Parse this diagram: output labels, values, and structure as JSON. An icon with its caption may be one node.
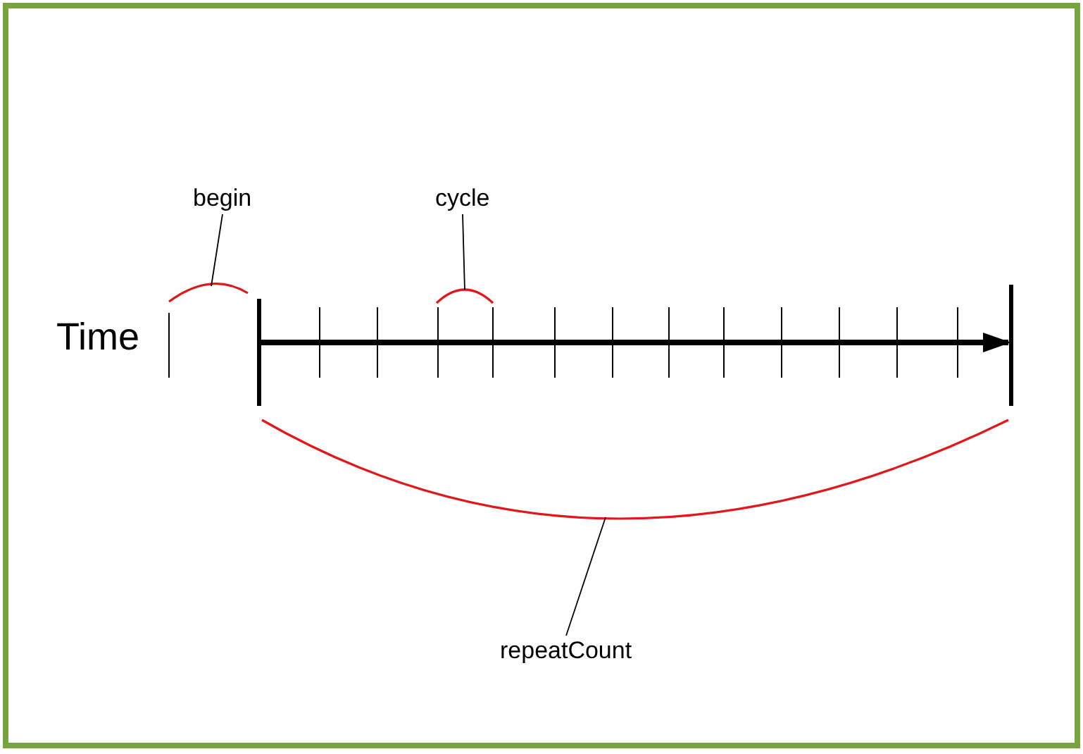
{
  "diagram": {
    "nodes": [
      {
        "text": [
          "begin"
        ]
      },
      {
        "text": [
          "cycle"
        ]
      },
      {
        "text": [
          "repeatCount"
        ]
      },
      {
        "text": [],
        "shape": "arc"
      },
      {
        "text": [],
        "shape": "arc"
      },
      {
        "text": [],
        "shape": "arc"
      }
    ],
    "edges": [
      {
        "from": 0,
        "to": 3,
        "arrow": "none"
      },
      {
        "from": 1,
        "to": 4,
        "arrow": "none"
      },
      {
        "from": 2,
        "to": 5,
        "arrow": "none"
      }
    ],
    "labels": [
      "Time"
    ]
  }
}
